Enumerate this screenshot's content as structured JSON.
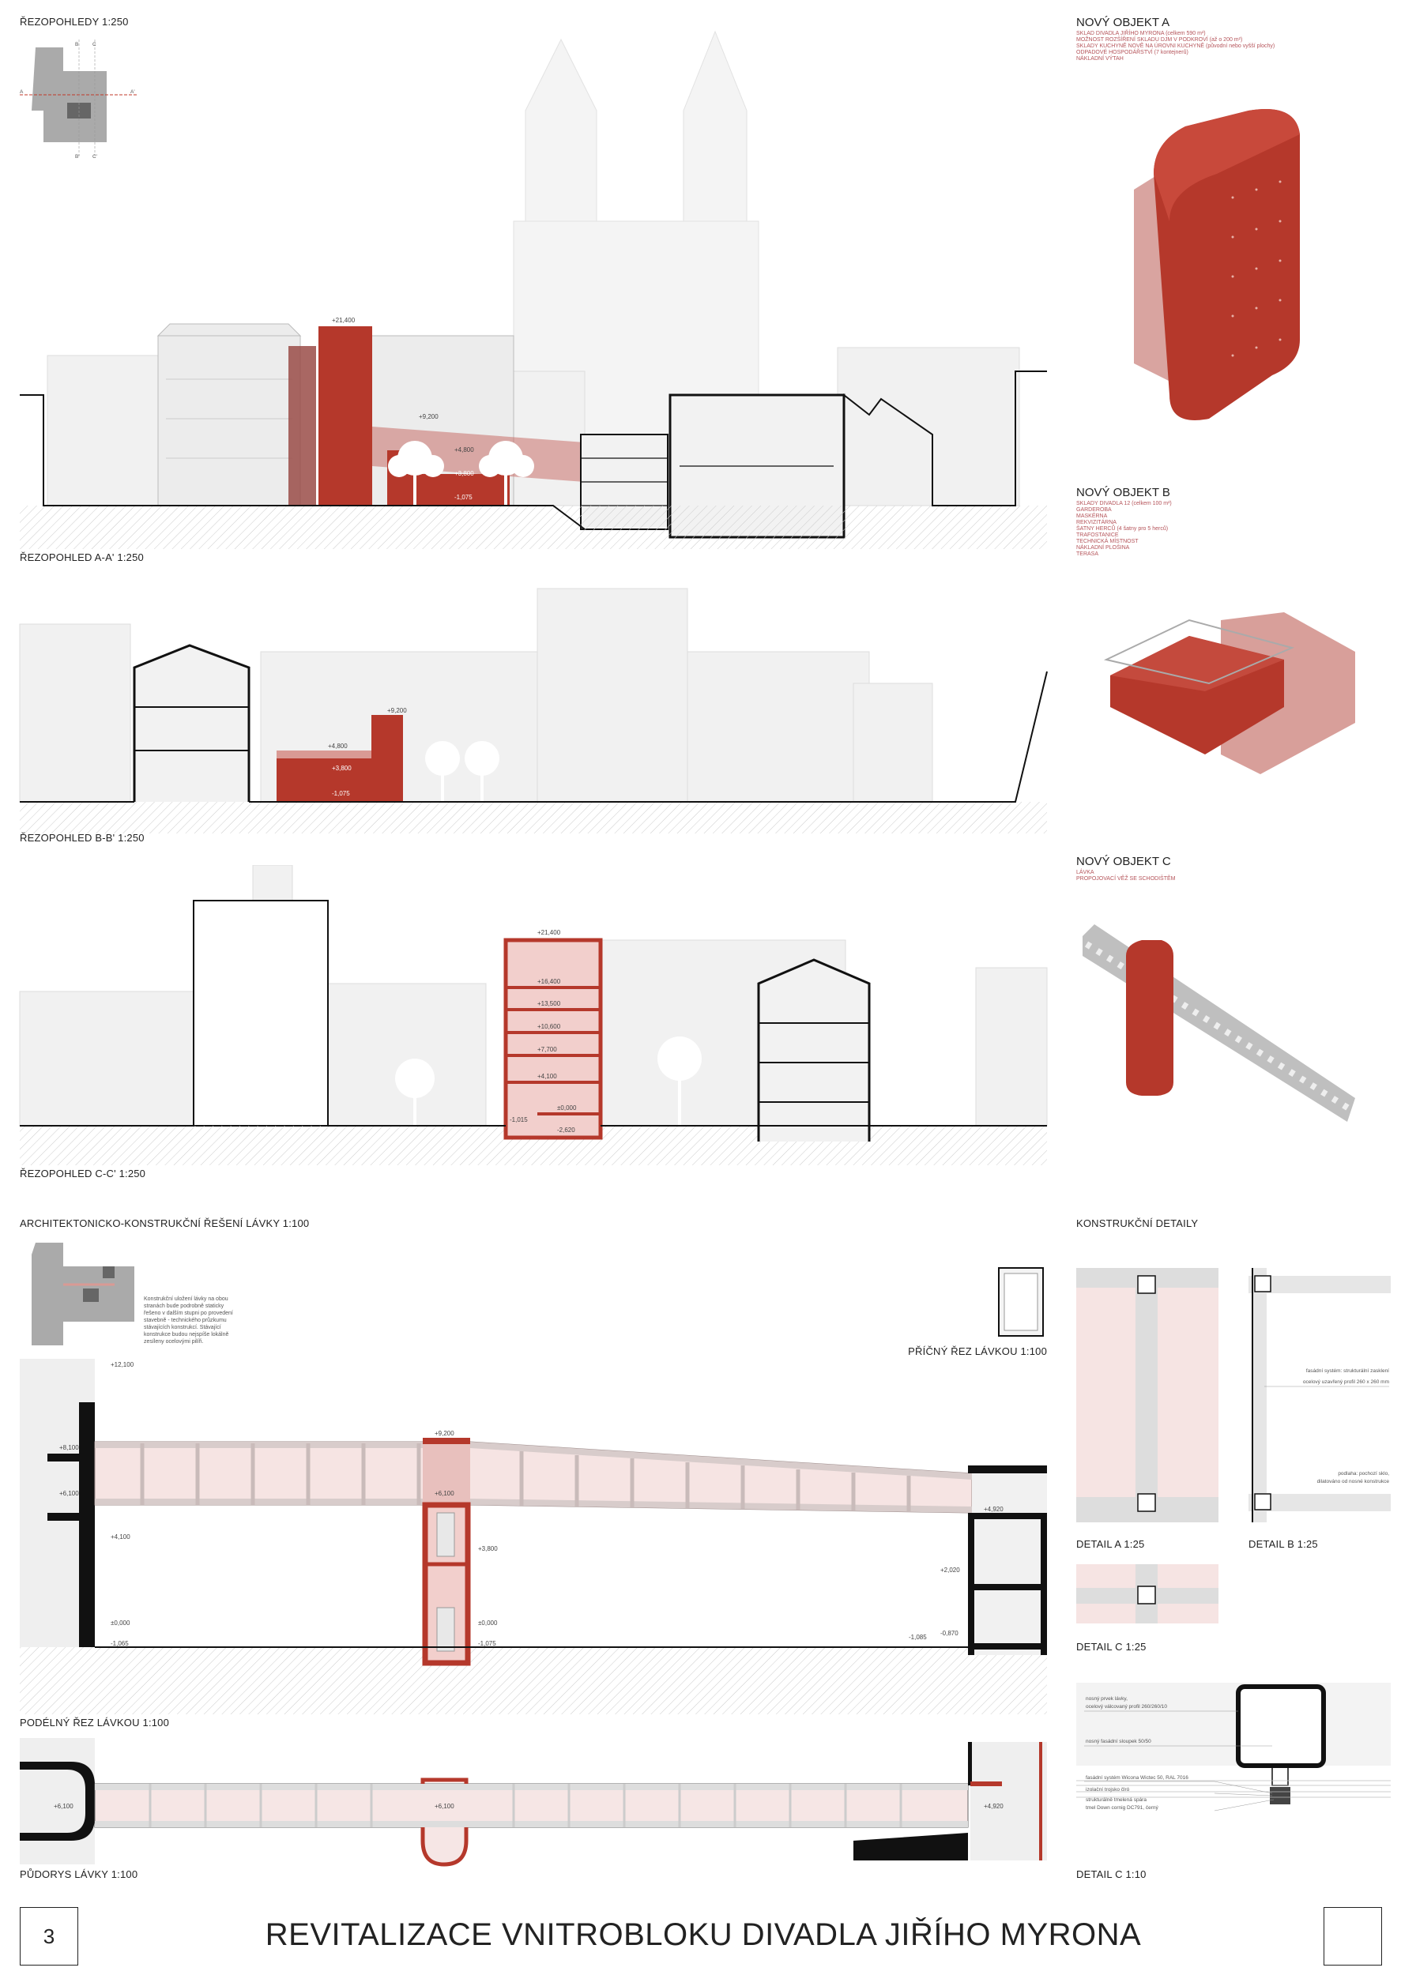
{
  "sections_heading": "ŘEZOPOHLEDY 1:250",
  "section_aa": {
    "label": "ŘEZOPOHLED A-A' 1:250",
    "levels": [
      "+21,400",
      "+9,200",
      "+4,800",
      "+3,800",
      "-1,075"
    ],
    "key_plan_letters": [
      "A",
      "A'",
      "B",
      "B'",
      "C",
      "C'"
    ]
  },
  "section_bb": {
    "label": "ŘEZOPOHLED B-B' 1:250",
    "levels": [
      "+9,200",
      "+4,800",
      "+3,800",
      "-1,075"
    ]
  },
  "section_cc": {
    "label": "ŘEZOPOHLED C-C' 1:250",
    "levels": [
      "+21,400",
      "+16,400",
      "+13,500",
      "+10,600",
      "+7,700",
      "+4,100",
      "±0,000",
      "-1,015",
      "-2,620"
    ]
  },
  "objects": [
    {
      "title": "NOVÝ OBJEKT A",
      "items": [
        "SKLAD DIVADLA JIŘÍHO MYRONA (celkem 590 m²)",
        "MOŽNOST ROZŠÍŘENÍ SKLADU DJM V PODKROVÍ (až o 200 m²)",
        "SKLADY KUCHYNĚ NOVĚ NA ÚROVNI KUCHYNĚ (původní nebo vyšší plochy)",
        "ODPADOVÉ HOSPODÁŘSTVÍ (7 kontejnerů)",
        "NÁKLADNÍ VÝTAH"
      ]
    },
    {
      "title": "NOVÝ OBJEKT B",
      "items": [
        "SKLADY DIVADLA 12 (celkem 100 m²)",
        "GARDEROBA",
        "MASKÉRNA",
        "REKVIZITÁRNA",
        "ŠATNY HERCŮ (4 šatny pro 5 herců)",
        "TRAFOSTANICE",
        "TECHNICKÁ MÍSTNOST",
        "NÁKLADNÍ PLOŠINA",
        "TERASA"
      ]
    },
    {
      "title": "NOVÝ OBJEKT C",
      "items": [
        "LÁVKA",
        "PROPOJOVACÍ VĚŽ SE SCHODIŠTĚM"
      ]
    }
  ],
  "bridge": {
    "heading": "ARCHITEKTONICKO-KONSTRUKČNÍ ŘEŠENÍ LÁVKY 1:100",
    "note": "Konstrukční uložení lávky na obou stranách bude podrobně staticky řešeno v dalším stupni po provedení stavebně - technického průzkumu stávajících konstrukcí. Stávající konstrukce budou nejspíše lokálně zesíleny ocelovými pilíři.",
    "cross_section_label": "PŘÍČNÝ ŘEZ LÁVKOU 1:100",
    "long_section_label": "PODÉLNÝ ŘEZ LÁVKOU 1:100",
    "plan_label": "PŮDORYS LÁVKY 1:100",
    "long_levels": {
      "left_top": "+12,100",
      "left_upper": "+8,100",
      "left_deck": "+6,100",
      "left_mid": "+4,100",
      "left_zero": "±0,000",
      "left_ground": "-1,065",
      "tower_top": "+9,200",
      "tower_deck": "+6,100",
      "tower_mid": "+3,800",
      "tower_zero": "±0,000",
      "tower_ground": "-1,075",
      "right_deck": "+4,920",
      "right_mid": "+2,020",
      "right_ground_a": "-1,085",
      "right_ground_b": "-0,870"
    },
    "plan_levels": [
      "+6,100",
      "+6,100",
      "+4,920"
    ]
  },
  "details": {
    "heading": "KONSTRUKČNÍ DETAILY",
    "detail_a": "DETAIL A 1:25",
    "detail_b": "DETAIL B 1:25",
    "detail_b_notes": [
      "fasádní systém: strukturální zasklení",
      "ocelový uzavřený profil 260 x 260 mm",
      "podlaha: pochozí sklo,",
      "dilatováno od nosné konstrukce"
    ],
    "detail_c25": "DETAIL C 1:25",
    "detail_c10": "DETAIL C 1:10",
    "detail_c10_notes": [
      "nosný prvek lávky,",
      "ocelový válcovaný profil 260/260/10",
      "nosný fasádní sloupek 50/50",
      "fasádní systém Wicona Wictec 50, RAL 7016",
      "izolační trojsko člró",
      "strukturálně tmelená spára",
      "tmel Down cornig DC791, černý"
    ]
  },
  "footer": {
    "page_number": "3",
    "title": "REVITALIZACE VNITROBLOKU DIVADLA JIŘÍHO MYRONA"
  },
  "colors": {
    "accent_red": "#b5382b",
    "light_pink": "#f4dedd",
    "building_gray": "#ececec",
    "outline": "#111111"
  }
}
